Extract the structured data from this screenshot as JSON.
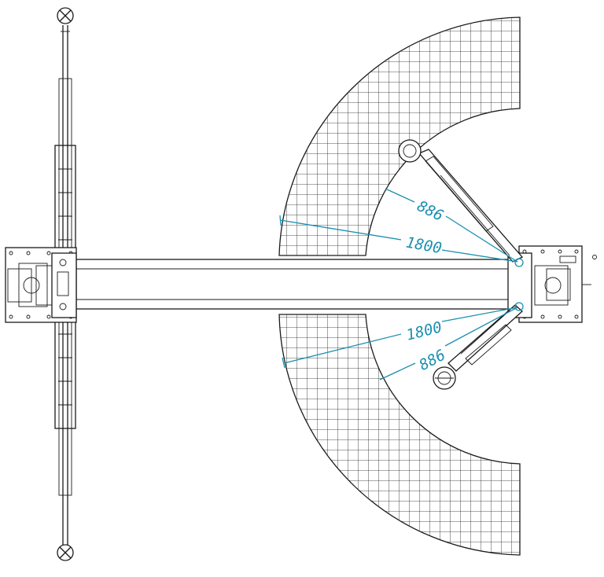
{
  "accent_color": "#1a8fb0",
  "line_color": "#1a1a1a",
  "dimensions": {
    "upper_short": "886",
    "upper_long": "1800",
    "lower_long": "1800",
    "lower_short": "886"
  },
  "icons": {
    "column_caps": "crossed-circle",
    "arm_pivots": "pin-circle"
  }
}
